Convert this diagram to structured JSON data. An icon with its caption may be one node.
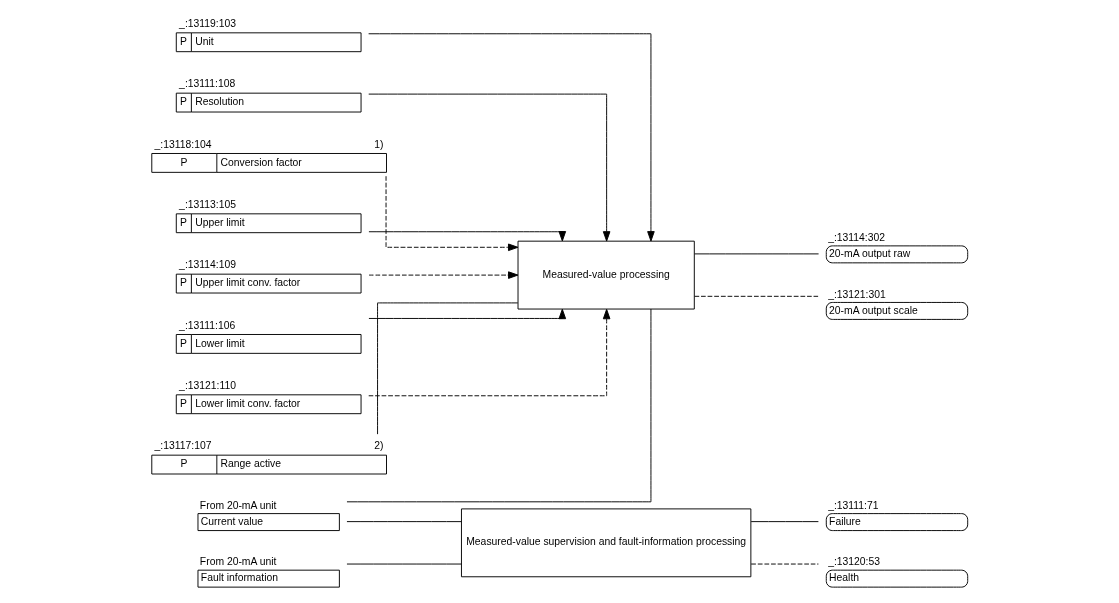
{
  "diagram": {
    "nodes": [
      {
        "text": [
          "_:13119:103",
          "P",
          "Unit"
        ]
      },
      {
        "text": [
          "_:13111:108",
          "P",
          "Resolution"
        ]
      },
      {
        "text": [
          "_:13118:104",
          "P",
          "Conversion factor"
        ],
        "beside": [
          "1)"
        ]
      },
      {
        "text": [
          "_:13113:105",
          "P",
          "Upper limit"
        ]
      },
      {
        "text": [
          "_:13114:109",
          "P",
          "Upper limit conv. factor"
        ]
      },
      {
        "text": [
          "_:13111:106",
          "P",
          "Lower limit"
        ]
      },
      {
        "text": [
          "_:13121:110",
          "P",
          "Lower limit conv. factor"
        ]
      },
      {
        "text": [
          "_:13117:107",
          "P",
          "Range active"
        ],
        "beside": [
          "2)"
        ]
      },
      {
        "text": [
          "Measured-value processing"
        ]
      },
      {
        "text": [
          "From 20-mA unit",
          "Current value"
        ]
      },
      {
        "text": [
          "Measured-value supervision and fault-information processing"
        ]
      },
      {
        "text": [
          "From 20-mA unit",
          "Fault information"
        ]
      },
      {
        "text": [
          "_:13114:302",
          "20-mA output raw"
        ]
      },
      {
        "text": [
          "_:13121:301",
          "20-mA output scale"
        ]
      },
      {
        "text": [
          "_:13111:71",
          "Failure"
        ]
      },
      {
        "text": [
          "_:13120:53",
          "Health"
        ]
      }
    ],
    "edges": [
      {
        "from": 0,
        "to": 8,
        "arrow": "to"
      },
      {
        "from": 1,
        "to": 8,
        "arrow": "to"
      },
      {
        "from": 2,
        "to": 8,
        "arrow": "to",
        "style": "dashed"
      },
      {
        "from": 3,
        "to": 8,
        "arrow": "to"
      },
      {
        "from": 4,
        "to": 8,
        "arrow": "to",
        "style": "dashed"
      },
      {
        "from": 5,
        "to": 8,
        "arrow": "to"
      },
      {
        "from": 6,
        "to": 8,
        "arrow": "to",
        "style": "dashed"
      },
      {
        "from": 7,
        "to": 8,
        "arrow": "none"
      },
      {
        "from": 9,
        "to": 8,
        "arrow": "none"
      },
      {
        "from": 9,
        "to": 10,
        "arrow": "none"
      },
      {
        "from": 11,
        "to": 10,
        "arrow": "none"
      },
      {
        "from": 8,
        "to": 12,
        "arrow": "none"
      },
      {
        "from": 8,
        "to": 13,
        "arrow": "none",
        "style": "dashed"
      },
      {
        "from": 10,
        "to": 14,
        "arrow": "none"
      },
      {
        "from": 10,
        "to": 15,
        "arrow": "none",
        "style": "dashed"
      }
    ]
  }
}
